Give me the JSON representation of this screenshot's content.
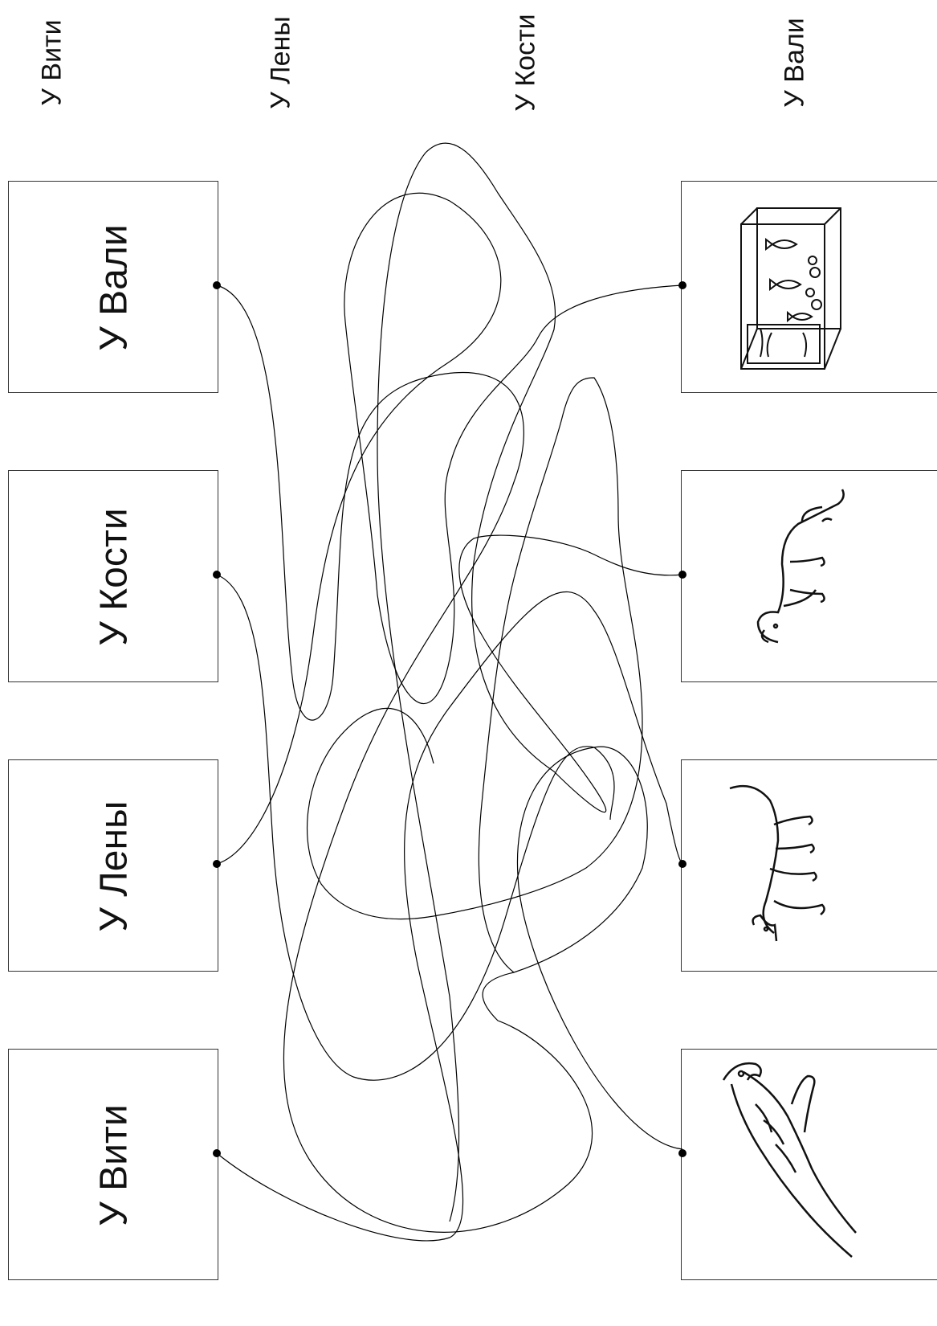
{
  "top_labels": [
    "У Вити",
    "У Лены",
    "У Кости",
    "У Вали"
  ],
  "left_boxes": [
    "У Вали",
    "У Кости",
    "У Лены",
    "У Вити"
  ],
  "right_pictures": [
    "aquarium-icon",
    "dog-icon",
    "cat-icon",
    "parrot-icon"
  ]
}
